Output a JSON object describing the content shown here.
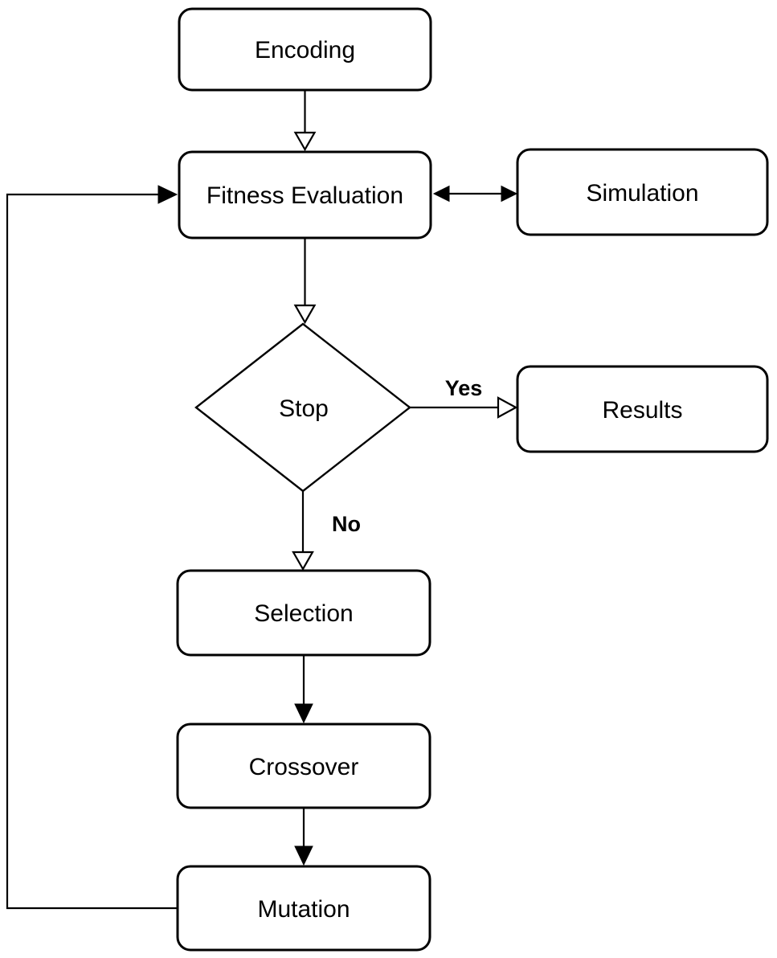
{
  "diagram": {
    "background_color": "#ffffff",
    "stroke_color": "#000000",
    "text_color": "#000000",
    "nodes": {
      "encoding": {
        "label": "Encoding",
        "shape": "rounded-rect"
      },
      "fitness_evaluation": {
        "label": "Fitness Evaluation",
        "shape": "rounded-rect"
      },
      "simulation": {
        "label": "Simulation",
        "shape": "rounded-rect"
      },
      "stop": {
        "label": "Stop",
        "shape": "diamond"
      },
      "results": {
        "label": "Results",
        "shape": "rounded-rect"
      },
      "selection": {
        "label": "Selection",
        "shape": "rounded-rect"
      },
      "crossover": {
        "label": "Crossover",
        "shape": "rounded-rect"
      },
      "mutation": {
        "label": "Mutation",
        "shape": "rounded-rect"
      }
    },
    "edge_labels": {
      "yes": "Yes",
      "no": "No"
    },
    "edges": [
      {
        "from": "encoding",
        "to": "fitness_evaluation",
        "arrowhead": "open",
        "direction": "down"
      },
      {
        "from": "fitness_evaluation",
        "to": "simulation",
        "arrowhead": "filled-both-ends",
        "direction": "horizontal"
      },
      {
        "from": "fitness_evaluation",
        "to": "stop",
        "arrowhead": "open",
        "direction": "down"
      },
      {
        "from": "stop",
        "to": "results",
        "label": "Yes",
        "arrowhead": "open",
        "direction": "right"
      },
      {
        "from": "stop",
        "to": "selection",
        "label": "No",
        "arrowhead": "open",
        "direction": "down"
      },
      {
        "from": "selection",
        "to": "crossover",
        "arrowhead": "filled",
        "direction": "down"
      },
      {
        "from": "crossover",
        "to": "mutation",
        "arrowhead": "filled",
        "direction": "down"
      },
      {
        "from": "mutation",
        "to": "fitness_evaluation",
        "arrowhead": "filled",
        "direction": "left-loop-up"
      }
    ]
  }
}
